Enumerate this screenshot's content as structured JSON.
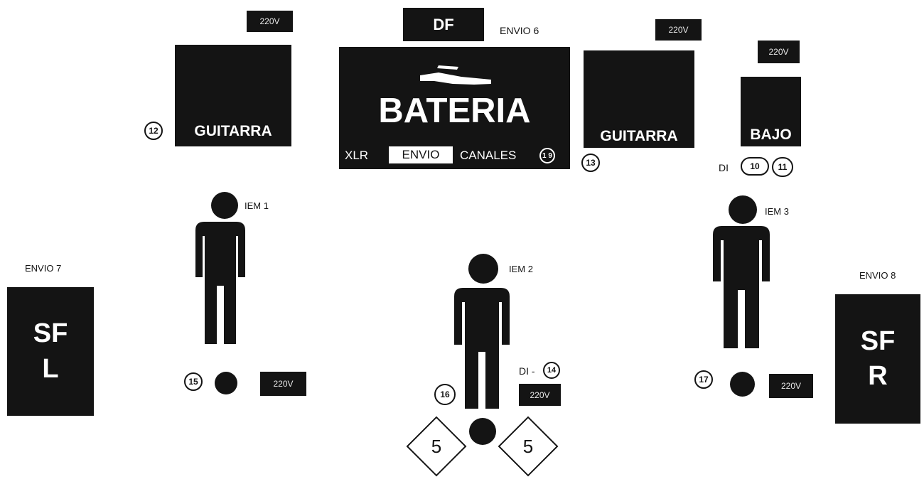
{
  "power": {
    "label": "220V"
  },
  "drums": {
    "df_label": "DF",
    "envio_label": "ENVIO 6",
    "title": "BATERIA",
    "xlr_label": "XLR",
    "envio_box_label": "ENVIO",
    "canales_label": "CANALES",
    "channel_badge": "1 9"
  },
  "guitar_left": {
    "label": "GUITARRA",
    "channel": "12"
  },
  "guitar_right": {
    "label": "GUITARRA",
    "channel": "13"
  },
  "bass": {
    "label": "BAJO",
    "di_label": "DI",
    "channel_a": "10",
    "channel_b": "11"
  },
  "musicians": {
    "left": {
      "iem_label": "IEM 1",
      "channel": "15"
    },
    "center": {
      "iem_label": "IEM 2",
      "channel": "16",
      "di_label": "DI -",
      "di_channel": "14"
    },
    "right": {
      "iem_label": "IEM 3",
      "channel": "17"
    }
  },
  "sidefill_left": {
    "envio_label": "ENVIO 7",
    "line1": "SF",
    "line2": "L"
  },
  "sidefill_right": {
    "envio_label": "ENVIO 8",
    "line1": "SF",
    "line2": "R"
  },
  "wedges": {
    "left_number": "5",
    "right_number": "5"
  },
  "colors": {
    "ink": "#141414",
    "paper": "#ffffff"
  }
}
